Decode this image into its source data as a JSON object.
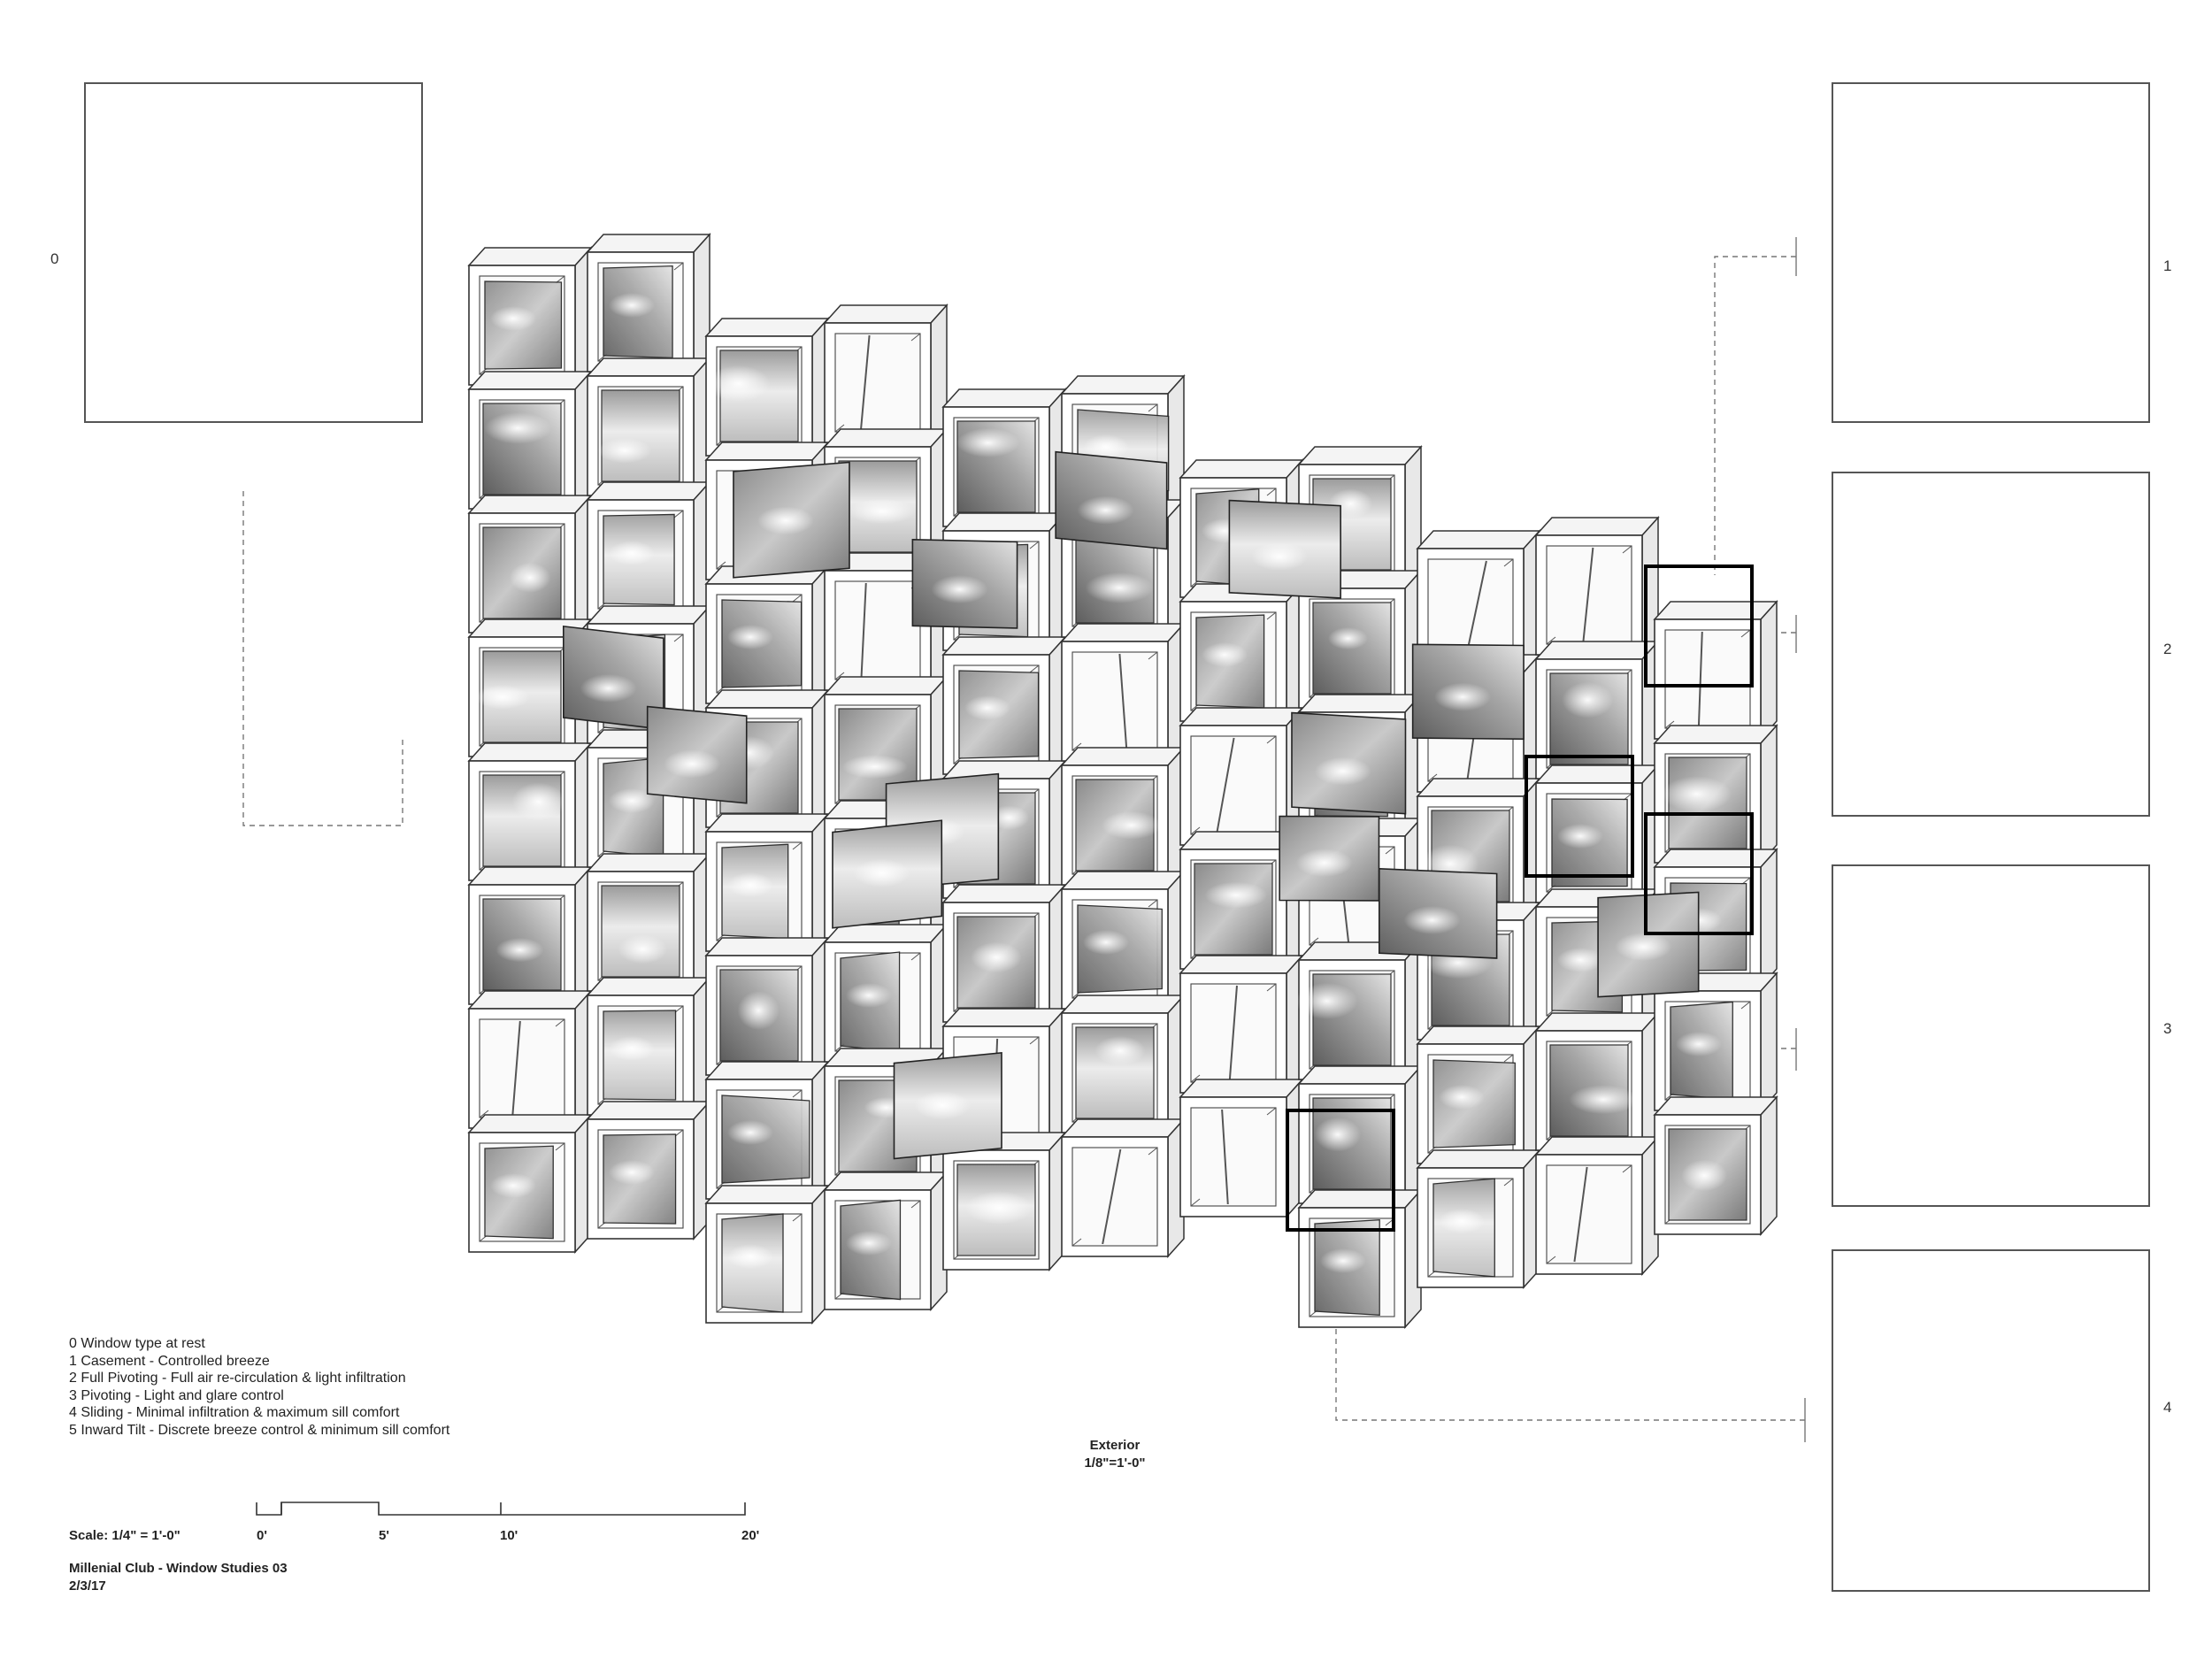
{
  "panels": [
    {
      "number": "0"
    },
    {
      "number": "1"
    },
    {
      "number": "2"
    },
    {
      "number": "3"
    },
    {
      "number": "4"
    }
  ],
  "legend": {
    "items": [
      "0 Window type at rest",
      "1 Casement - Controlled breeze",
      "2 Full Pivoting - Full air re-circulation & light infiltration",
      "3 Pivoting - Light and glare control",
      "4 Sliding - Minimal infiltration & maximum sill comfort",
      "5 Inward Tilt - Discrete breeze control & minimum sill comfort"
    ]
  },
  "caption": {
    "view": "Exterior",
    "scale": "1/8\"=1'-0\""
  },
  "scale_bar": {
    "label": "Scale: 1/4\" = 1'-0\"",
    "ticks": [
      "0'",
      "5'",
      "10'",
      "20'"
    ]
  },
  "title_block": {
    "project": "Millenial Club - Window Studies 03",
    "date": "2/3/17"
  }
}
